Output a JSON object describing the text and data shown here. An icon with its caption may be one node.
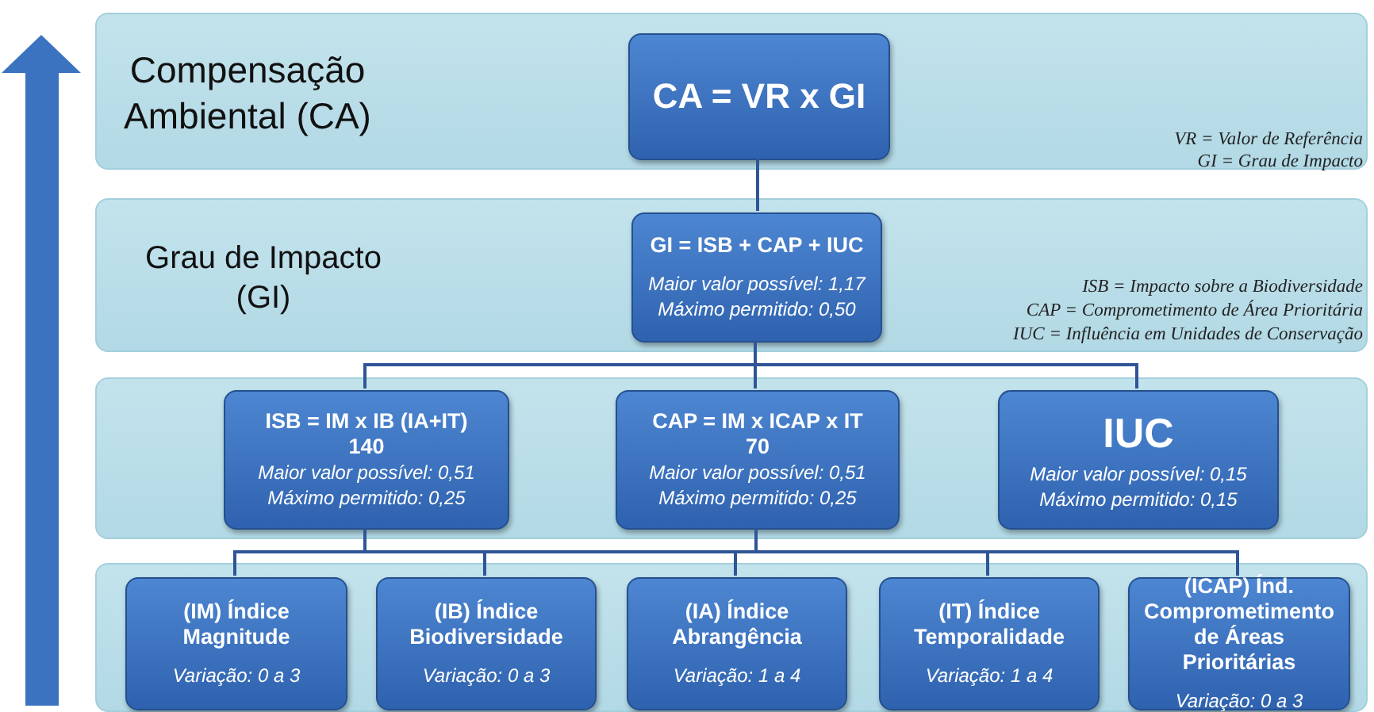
{
  "diagram": {
    "nodes": [
      {
        "text": [
          "Compensação Ambiental (CA)"
        ]
      },
      {
        "text": [
          "CA = VR x GI"
        ],
        "in": 0
      },
      {
        "text": [
          "Grau de Impacto (GI)"
        ]
      },
      {
        "text": [
          "GI = ISB + CAP + IUC",
          "Maior valor possível: 1,17 Máximo permitido: 0,50"
        ],
        "in": 2
      },
      {
        "text": [],
        "shape": "box"
      },
      {
        "text": [
          "ISB = IM x IB (IA+IT)",
          "140",
          "Maior valor possível: 0,51 Máximo permitido: 0,25"
        ],
        "in": 4
      },
      {
        "text": [
          "CAP = IM x ICAP x IT",
          "70",
          "Maior valor possível: 0,51 Máximo permitido: 0,25"
        ],
        "in": 4
      },
      {
        "text": [
          "IUC",
          "Maior valor possível: 0,15 Máximo permitido: 0,15"
        ],
        "in": 4
      },
      {
        "text": [],
        "shape": "box"
      },
      {
        "text": [
          "(IM) Índice Magnitude",
          "Variação: 0 a 3"
        ],
        "in": 8
      },
      {
        "text": [
          "(IB) Índice Biodiversidade",
          "Variação: 0 a 3"
        ],
        "in": 8
      },
      {
        "text": [
          "(IA) Índice Abrangência",
          "Variação: 1 a 4"
        ],
        "in": 8
      },
      {
        "text": [
          "(IT) Índice Temporalidade",
          "Variação: 1 a 4"
        ],
        "in": 8
      },
      {
        "text": [
          "(ICAP) Índ. Comprometimento de Áreas Prioritárias",
          "Variação: 0 a 3"
        ],
        "in": 8
      }
    ],
    "edges": [
      {
        "from": 1,
        "to": 3,
        "arrow": "none"
      },
      {
        "from": 3,
        "to": 5,
        "arrow": "none"
      },
      {
        "from": 3,
        "to": 6,
        "arrow": "none"
      },
      {
        "from": 3,
        "to": 7,
        "arrow": "none"
      },
      {
        "from": 5,
        "to": 9,
        "arrow": "none"
      },
      {
        "from": 5,
        "to": 10,
        "arrow": "none"
      },
      {
        "from": 5,
        "to": 11,
        "arrow": "none"
      },
      {
        "from": 5,
        "to": 12,
        "arrow": "none"
      },
      {
        "from": 5,
        "to": 13,
        "arrow": "none"
      },
      {
        "from": 6,
        "to": 9,
        "arrow": "none"
      },
      {
        "from": 6,
        "to": 10,
        "arrow": "none"
      },
      {
        "from": 6,
        "to": 11,
        "arrow": "none"
      },
      {
        "from": 6,
        "to": 12,
        "arrow": "none"
      },
      {
        "from": 6,
        "to": 13,
        "arrow": "none"
      }
    ],
    "labels": [
      "VR = Valor de Referência",
      "GI = Grau de Impacto",
      "ISB = Impacto sobre a Biodiversidade",
      "CAP = Comprometimento de Área Prioritária",
      "IUC = Influência em Unidades de Conservação"
    ]
  }
}
